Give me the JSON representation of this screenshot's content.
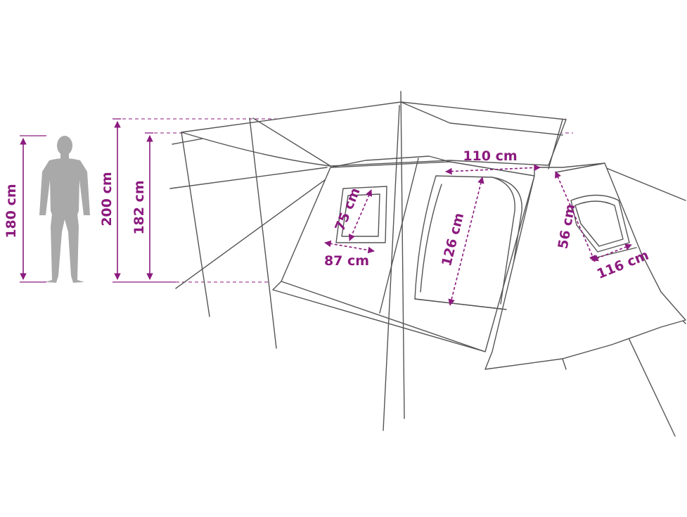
{
  "colors": {
    "accent": "#8b1a7e",
    "outline": "#555555",
    "person": "#a9a9a9",
    "tent_fill": "#ffffff"
  },
  "dimensions": {
    "person_height": "180 cm",
    "peak_height": "200 cm",
    "inner_height": "182 cm",
    "window_height": "75 cm",
    "window_width": "87 cm",
    "door_top_width": "110 cm",
    "door_height": "126 cm",
    "side_door_height": "56 cm",
    "side_door_width": "116 cm"
  },
  "icons": {
    "person": "person-silhouette-icon",
    "tent": "tent-line-drawing"
  }
}
